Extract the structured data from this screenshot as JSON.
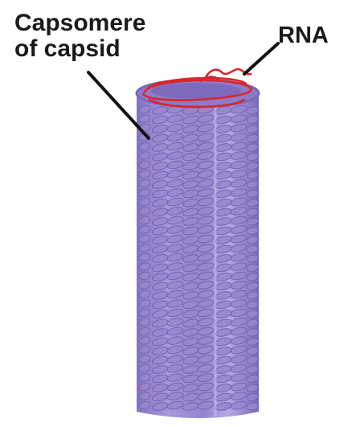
{
  "labels": {
    "capsomere_line1": "Capsomere",
    "capsomere_line2": "of capsid",
    "rna": "RNA"
  },
  "colors": {
    "capsomere_fill": "#9a88cf",
    "capsomere_dark": "#6f5fae",
    "rna_strand": "#d8262a",
    "leader": "#111111"
  }
}
